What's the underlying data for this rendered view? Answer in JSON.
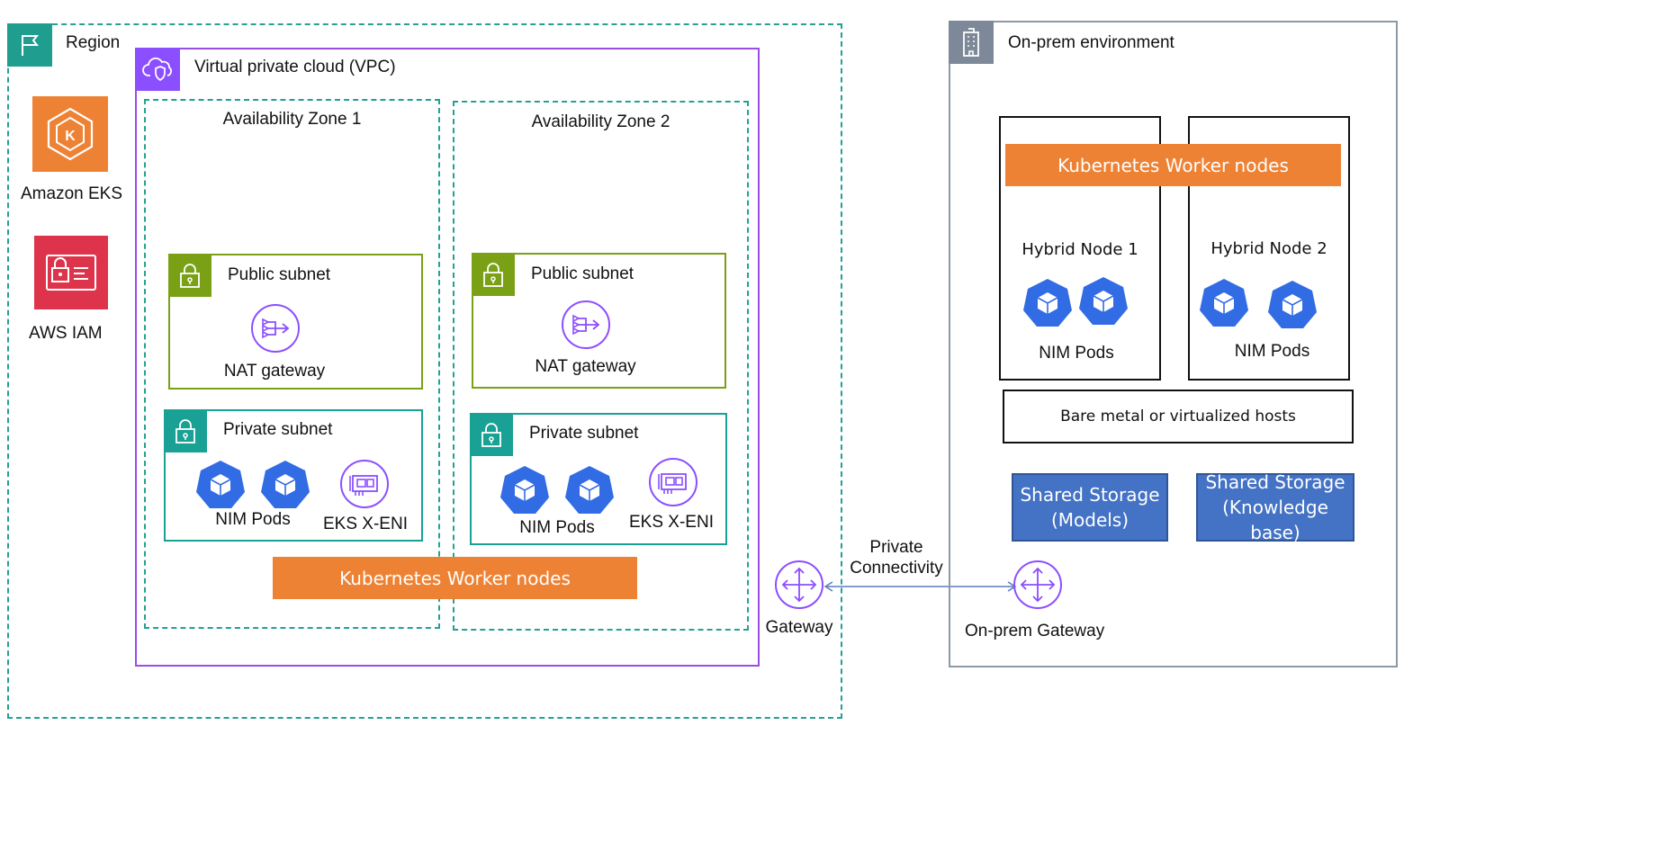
{
  "region": {
    "label": "Region"
  },
  "services": {
    "eks_label": "Amazon EKS",
    "iam_label": "AWS IAM"
  },
  "vpc": {
    "label": "Virtual private cloud (VPC)"
  },
  "az1": {
    "label": "Availability Zone 1",
    "public_subnet": "Public subnet",
    "nat": "NAT gateway",
    "private_subnet": "Private subnet",
    "pods": "NIM Pods",
    "eni": "EKS X-ENI"
  },
  "az2": {
    "label": "Availability Zone 2",
    "public_subnet": "Public subnet",
    "nat": "NAT gateway",
    "private_subnet": "Private subnet",
    "pods": "NIM Pods",
    "eni": "EKS X-ENI"
  },
  "cloud_workers": "Kubernetes Worker nodes",
  "gateway": {
    "label": "Gateway"
  },
  "connectivity": {
    "line1": "Private",
    "line2": "Connectivity"
  },
  "onprem": {
    "label": "On-prem environment",
    "workers": "Kubernetes Worker nodes",
    "node1": "Hybrid Node 1",
    "node2": "Hybrid Node 2",
    "pods1": "NIM Pods",
    "pods2": "NIM Pods",
    "hosts": "Bare metal or virtualized hosts",
    "storage1_line1": "Shared Storage",
    "storage1_line2": "(Models)",
    "storage2_line1": "Shared Storage",
    "storage2_line2": "(Knowledge base)",
    "gateway": "On-prem Gateway"
  },
  "colors": {
    "teal": "#24a096",
    "vpc_purple": "#9b4de8",
    "subnet_green": "#7aa116",
    "eks_orange": "#ee8234",
    "iam_red": "#dd344c",
    "pod_blue": "#326ce5",
    "storage_blue": "#4472c4",
    "onprem_gray": "#8c99a6",
    "connector_blue": "#5b7bbf"
  }
}
